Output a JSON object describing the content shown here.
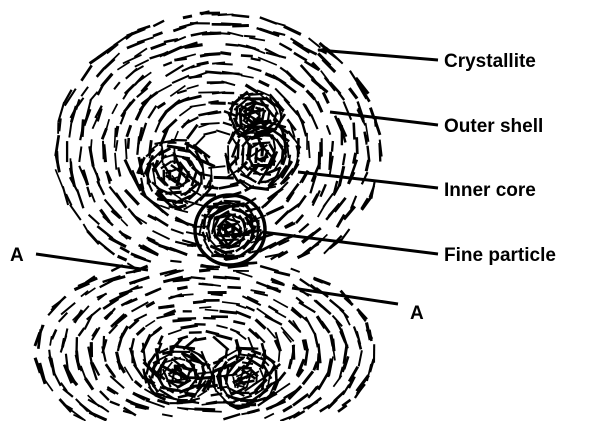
{
  "diagram": {
    "labels": {
      "crystallite": "Crystallite",
      "outer_shell": "Outer shell",
      "inner_core": "Inner core",
      "fine_particle": "Fine particle",
      "a_left": "A",
      "a_right": "A"
    }
  }
}
